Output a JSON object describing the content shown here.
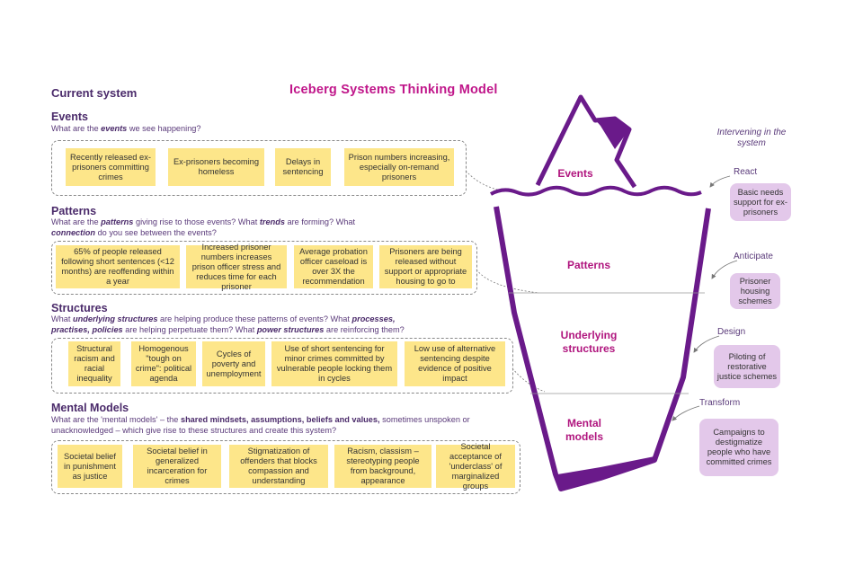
{
  "header": {
    "current_system": "Current system",
    "title": "Iceberg Systems Thinking Model",
    "intervening": "Intervening in the system"
  },
  "sections": {
    "events": {
      "title": "Events",
      "q1": "What are the ",
      "q1_em": "events",
      "q1_end": " we see happening?",
      "notes": [
        "Recently released ex-prisoners committing crimes",
        "Ex-prisoners becoming homeless",
        "Delays in sentencing",
        "Prison numbers increasing, especially on-remand prisoners"
      ]
    },
    "patterns": {
      "title": "Patterns",
      "q_a": "What are the ",
      "q_a_em": "patterns",
      "q_b": " giving rise to those events? What ",
      "q_b_em": "trends",
      "q_c": " are forming? What",
      "q_d_em": "connection",
      "q_d": " do you see between the events?",
      "notes": [
        "65% of people released following short sentences (<12 months) are reoffending within a year",
        "Increased prisoner numbers increases prison officer stress and reduces time for each prisoner",
        "Average probation officer caseload is over 3X the recommendation",
        "Prisoners are being released without support or appropriate housing to go to"
      ]
    },
    "structures": {
      "title": "Structures",
      "q_a": "What ",
      "q_a_em": "underlying structures",
      "q_b": " are helping produce these patterns of events? What ",
      "q_b_em": "processes,",
      "q_c_em": "practises, policies",
      "q_c": " are helping perpetuate them? What ",
      "q_d_em": "power structures",
      "q_d": " are reinforcing them?",
      "notes": [
        "Structural racism and racial inequality",
        "Homogenous \"tough on crime\": political agenda",
        "Cycles of poverty and unemployment",
        "Use of short sentencing for minor crimes committed by vulnerable people locking them in cycles",
        "Low use of alternative sentencing despite evidence of positive impact"
      ]
    },
    "mental_models": {
      "title": "Mental Models",
      "q_a": "What are the 'mental models' – the ",
      "q_a_em": "shared mindsets, assumptions, beliefs and values,",
      "q_b": " sometimes unspoken or",
      "q_c": "unacknowledged – which give rise to these structures and create this system?",
      "notes": [
        "Societal belief in punishment as justice",
        "Societal belief in generalized incarceration for crimes",
        "Stigmatization of offenders that blocks compassion and understanding",
        "Racism, classism – stereotyping people from background, appearance",
        "Societal acceptance of 'underclass' of marginalized groups"
      ]
    }
  },
  "iceberg": {
    "events": "Events",
    "patterns": "Patterns",
    "structures_1": "Underlying",
    "structures_2": "structures",
    "mental_1": "Mental",
    "mental_2": "models"
  },
  "actions": [
    {
      "label": "React",
      "box": "Basic needs support for ex-prisoners"
    },
    {
      "label": "Anticipate",
      "box": "Prisoner housing schemes"
    },
    {
      "label": "Design",
      "box": "Piloting of restorative justice schemes"
    },
    {
      "label": "Transform",
      "box": "Campaigns to destigmatize people who have committed crimes"
    }
  ],
  "colors": {
    "accent": "#c0168a",
    "iceberg": "#6a1a8a",
    "note": "#fde68a",
    "action": "#e3c8ea"
  }
}
